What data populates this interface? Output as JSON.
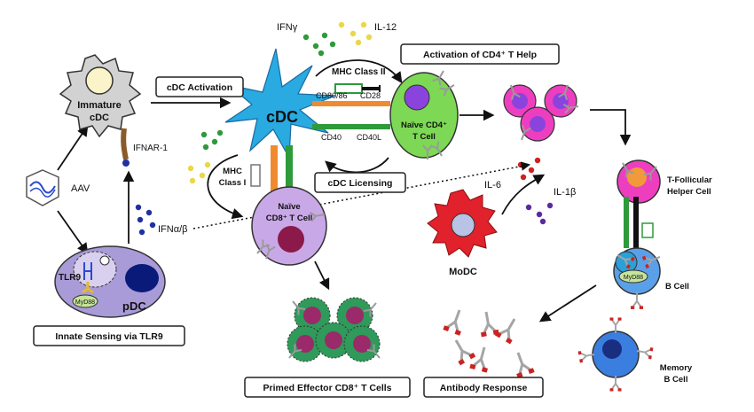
{
  "labels": {
    "ifng": "IFNγ",
    "il12": "IL-12",
    "immature_cdc_line1": "Immature",
    "immature_cdc_line2": "cDC",
    "cdc_activation": "cDC Activation",
    "mhc2": "MHC Class II",
    "activation_cd4": "Activation of CD4⁺ T Help",
    "cdc": "cDC",
    "cd8086": "CD80/86",
    "cd28": "CD28",
    "cd40": "CD40",
    "cd40l": "CD40L",
    "naive_cd4_line1": "Naïve CD4⁺",
    "naive_cd4_line2": "T Cell",
    "ifnar": "IFNAR-1",
    "aav": "AAV",
    "mhc1_line1": "MHC",
    "mhc1_line2": "Class I",
    "cdc_licensing": "cDC Licensing",
    "ifnab": "IFNα/β",
    "naive_cd8_line1": "Naïve",
    "naive_cd8_line2": "CD8⁺ T Cell",
    "il6": "IL-6",
    "il1b": "IL-1β",
    "tfh_line1": "T-Follicular",
    "tfh_line2": "Helper Cell",
    "tlr9": "TLR9",
    "myd88_pdc": "MyD88",
    "pdc": "pDC",
    "modc": "MoDC",
    "myd88_b": "MyD88",
    "b_cell": "B Cell",
    "innate_sensing": "Innate Sensing via TLR9",
    "primed_cd8": "Primed Effector CD8⁺ T Cells",
    "antibody_response": "Antibody Response",
    "memory_b_line1": "Memory",
    "memory_b_line2": "B Cell"
  },
  "colors": {
    "cdc": "#29aae1",
    "cd4_cell": "#7dd855",
    "cd4_nucleus": "#8a44dd",
    "cd8_cell": "#c9a8e8",
    "cd8_nucleus": "#8b1a4a",
    "activated_cd4": "#ee3ec0",
    "tfh": "#ee3ec0",
    "tfh_nucleus": "#f29a3a",
    "modc": "#e1212b",
    "modc_nucleus": "#b9c3e6",
    "b_cell": "#5aa0e8",
    "b_nucleus": "#2aa0d8",
    "memory_b": "#3a7ee0",
    "memory_b_nucleus": "#1a2e80",
    "pdc": "#a89bd8",
    "pdc_nucleus": "#0a1a78",
    "myd88": "#c6e49a",
    "immature_cdc": "#d2d2d2",
    "immature_nucleus": "#fbf3c9",
    "effector_cell": "#2f9a5a",
    "effector_nucleus": "#9a2a6a",
    "antibody_stem": "#a5a5a5",
    "antibody_tip": "#cc2222",
    "box_fill": "#ffffff",
    "text": "#111111"
  }
}
